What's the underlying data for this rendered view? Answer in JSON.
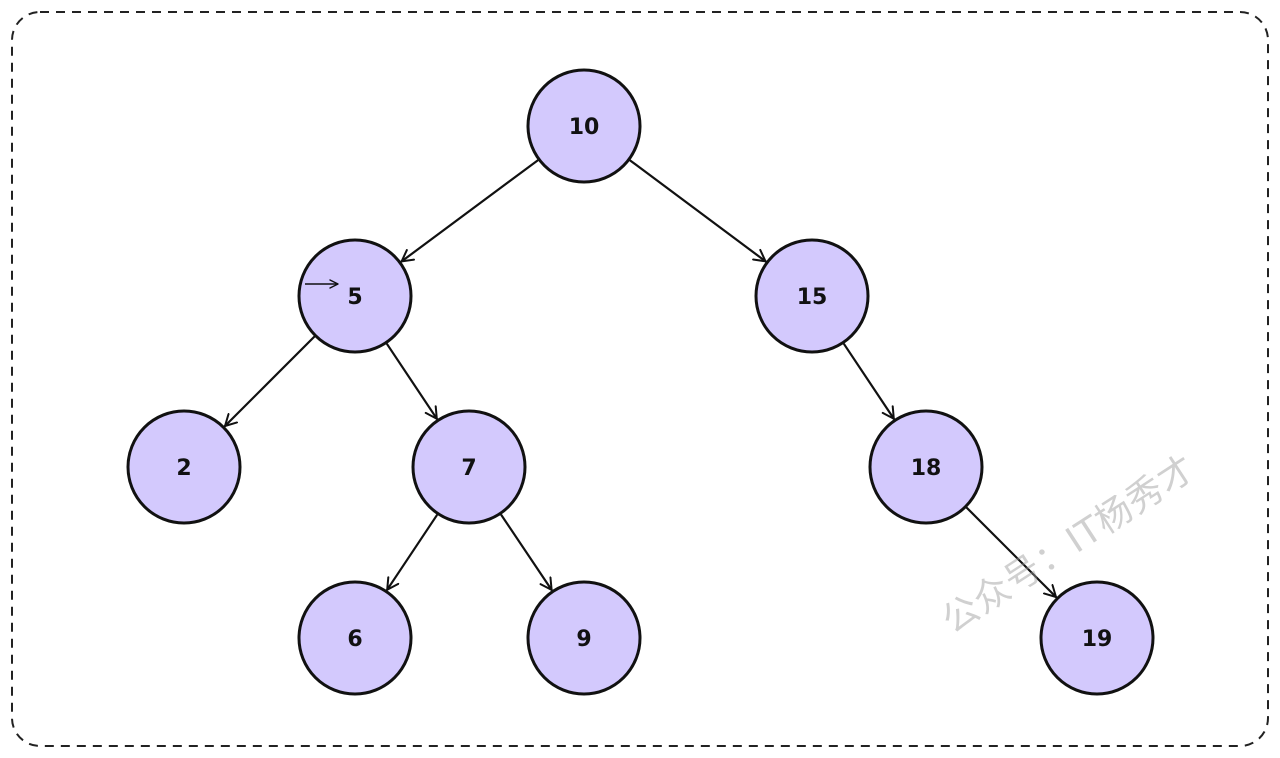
{
  "diagram": {
    "colors": {
      "node_fill": "#d3c9fd",
      "node_stroke": "#111111",
      "edge_stroke": "#111111",
      "frame_stroke": "#222222"
    },
    "nodes": [
      {
        "id": "n10",
        "label": "10"
      },
      {
        "id": "n5",
        "label": "5"
      },
      {
        "id": "n15",
        "label": "15"
      },
      {
        "id": "n2",
        "label": "2"
      },
      {
        "id": "n7",
        "label": "7"
      },
      {
        "id": "n18",
        "label": "18"
      },
      {
        "id": "n6",
        "label": "6"
      },
      {
        "id": "n9",
        "label": "9"
      },
      {
        "id": "n19",
        "label": "19"
      }
    ],
    "edges": [
      {
        "from": "n10",
        "to": "n5"
      },
      {
        "from": "n10",
        "to": "n15"
      },
      {
        "from": "n5",
        "to": "n2"
      },
      {
        "from": "n5",
        "to": "n7"
      },
      {
        "from": "n15",
        "to": "n18"
      },
      {
        "from": "n7",
        "to": "n6"
      },
      {
        "from": "n7",
        "to": "n9"
      },
      {
        "from": "n18",
        "to": "n19"
      }
    ]
  },
  "watermark": {
    "text": "公众号：IT杨秀才"
  }
}
